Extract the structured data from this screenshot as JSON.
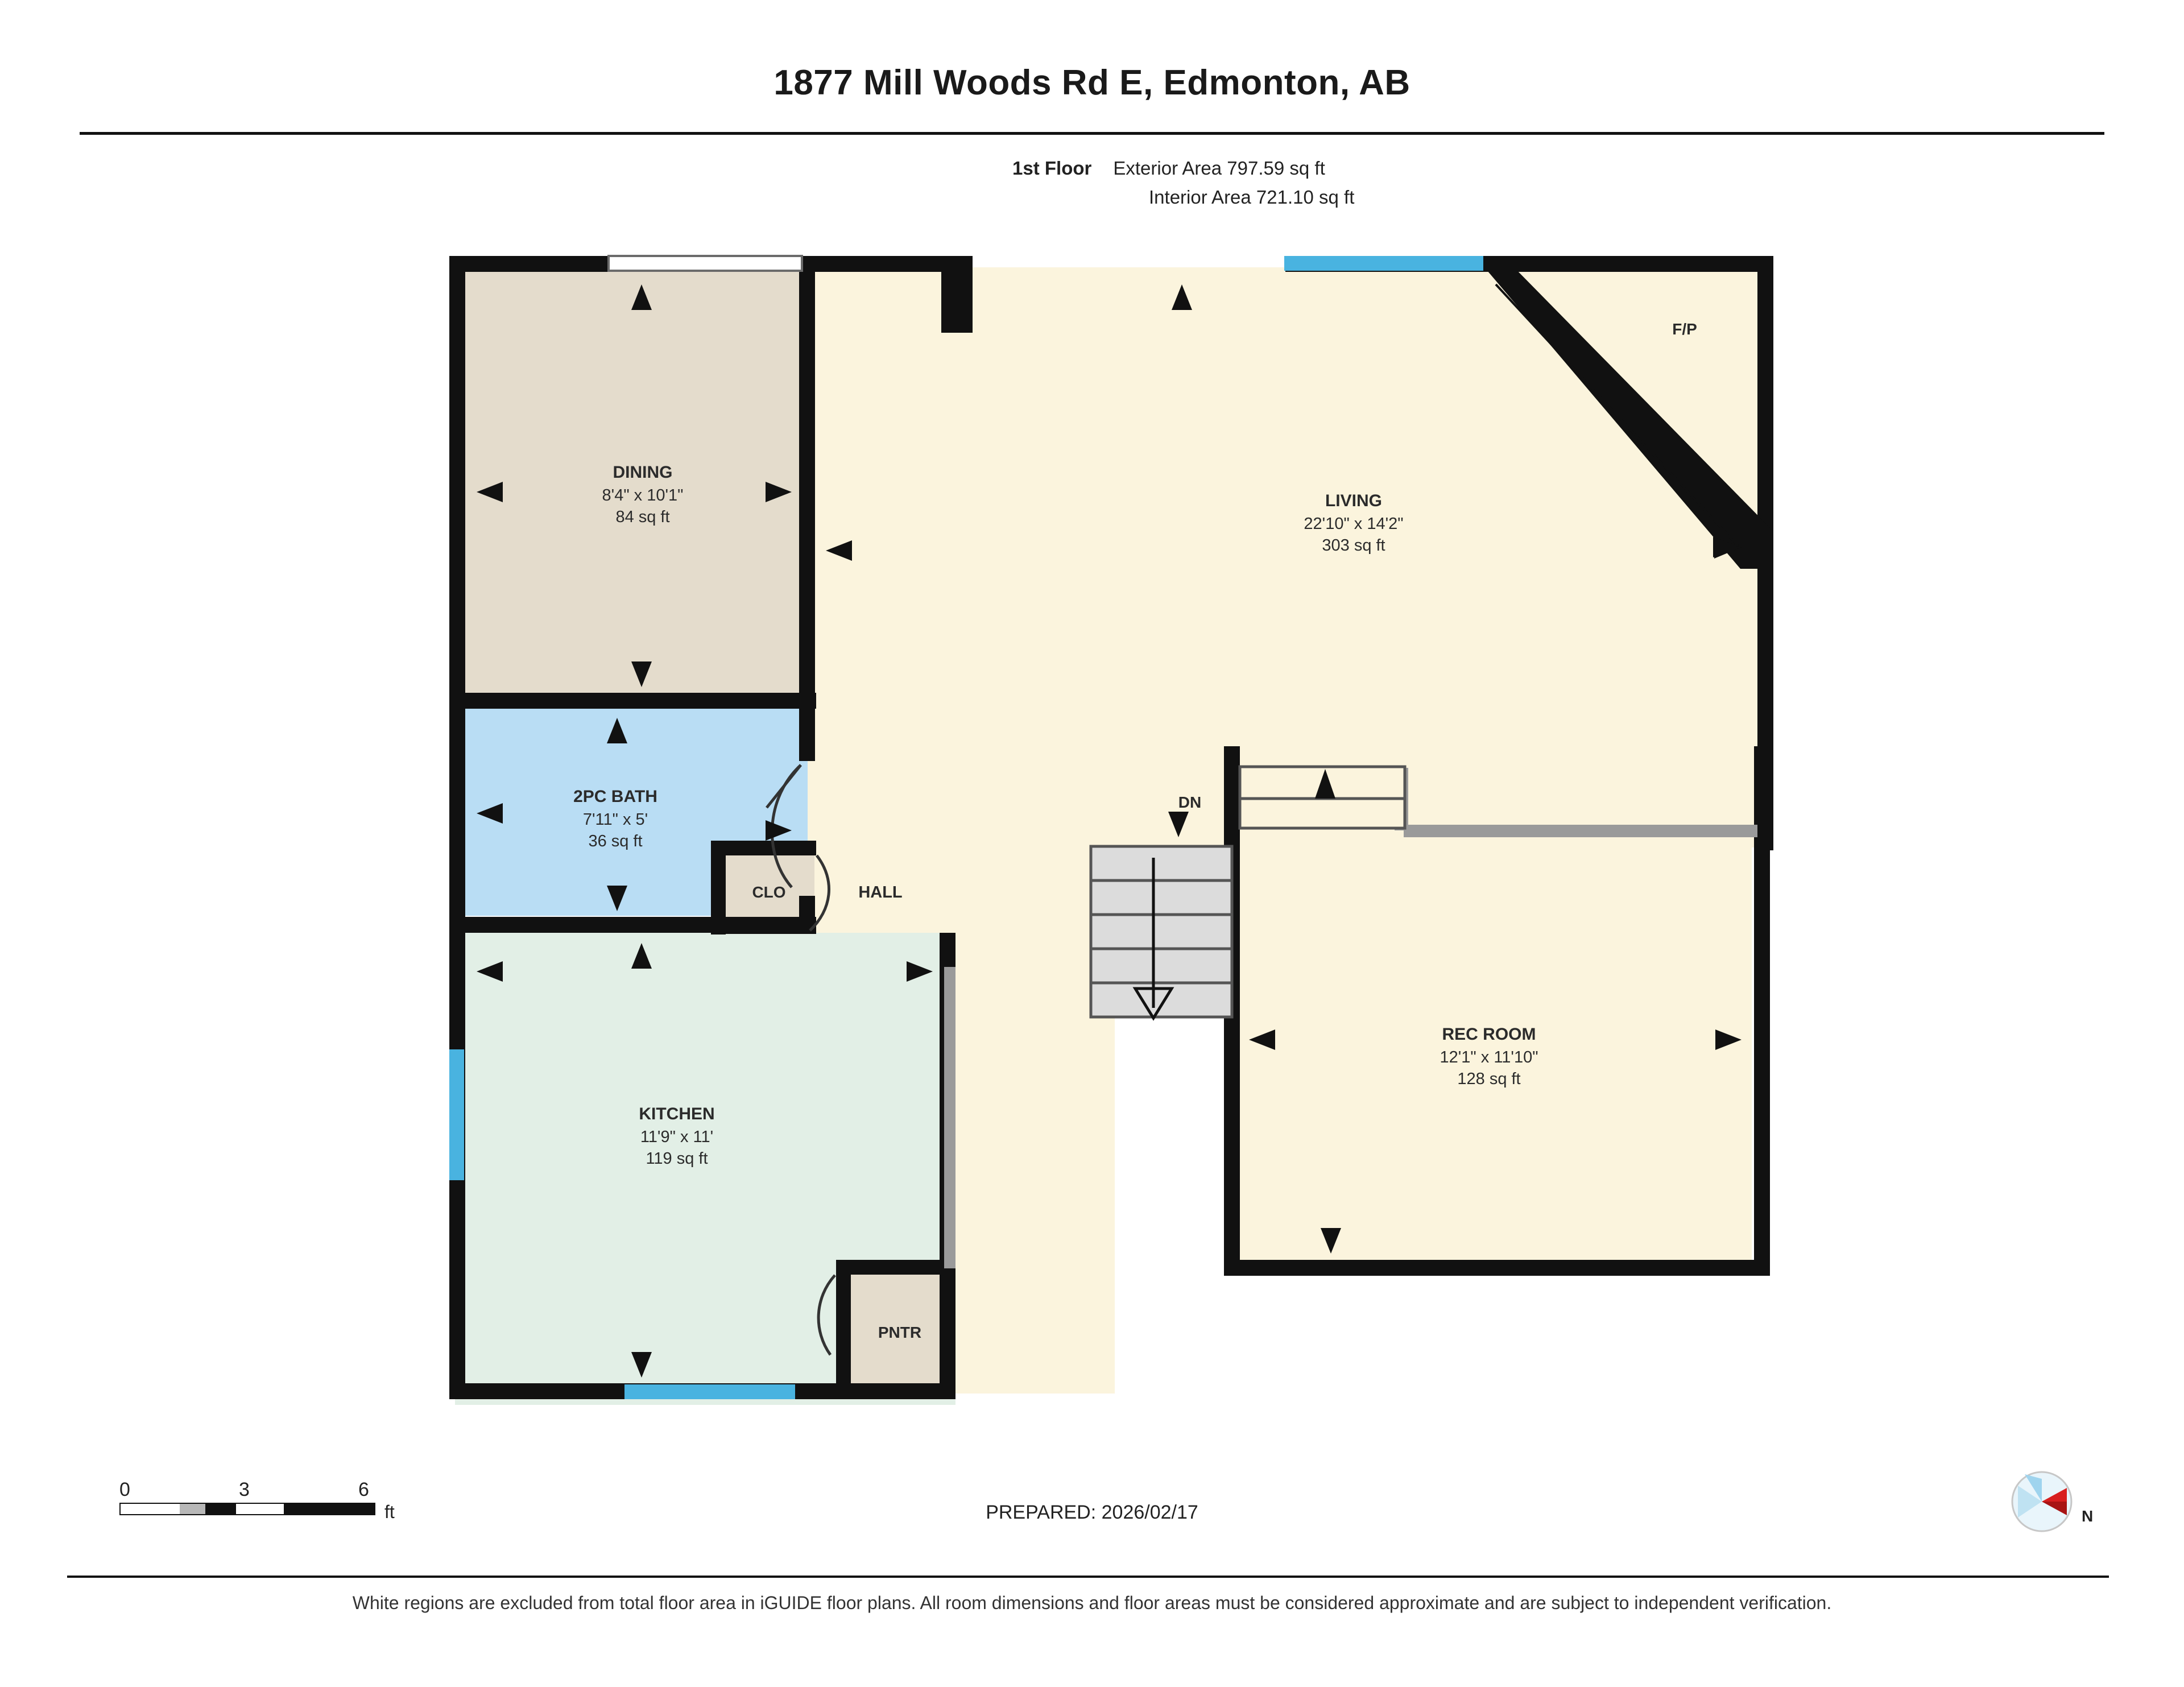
{
  "header": {
    "title": "1877 Mill Woods Rd E, Edmonton, AB",
    "floor_label": "1st Floor",
    "exterior_area": "Exterior Area 797.59 sq ft",
    "interior_area": "Interior Area 721.10 sq ft"
  },
  "rooms": [
    {
      "id": "dining",
      "name": "DINING",
      "dimensions": "8'4\" x 10'1\"",
      "area": "84 sq ft",
      "color": "#e4dccc"
    },
    {
      "id": "living",
      "name": "LIVING",
      "dimensions": "22'10\" x 14'2\"",
      "area": "303 sq ft",
      "color": "#fbf4dd"
    },
    {
      "id": "bath",
      "name": "2PC BATH",
      "dimensions": "7'11\" x 5'",
      "area": "36 sq ft",
      "color": "#b9ddf4"
    },
    {
      "id": "kitchen",
      "name": "KITCHEN",
      "dimensions": "11'9\" x 11'",
      "area": "119 sq ft",
      "color": "#e2efe6"
    },
    {
      "id": "recroom",
      "name": "REC ROOM",
      "dimensions": "12'1\" x 11'10\"",
      "area": "128 sq ft",
      "color": "#fbf4dd"
    }
  ],
  "tags": {
    "closet": "CLO",
    "hall": "HALL",
    "pantry": "PNTR",
    "stairs_down": "DN",
    "fireplace": "F/P"
  },
  "scale": {
    "tick_0": "0",
    "tick_3": "3",
    "tick_6": "6",
    "unit": "ft"
  },
  "footer": {
    "prepared": "PREPARED: 2026/02/17",
    "compass_label": "N",
    "disclaimer": "White regions are excluded from total floor area in iGUIDE floor plans. All room dimensions and floor areas must be considered approximate and are subject to independent verification."
  },
  "colors": {
    "wall": "#111111",
    "window": "#49b3e0",
    "stairs_fill": "#dcdcdc",
    "interior_wall_gray": "#9a9a9a",
    "compass_needle": "#d81f1f",
    "compass_dial": "#bfe2f2"
  }
}
